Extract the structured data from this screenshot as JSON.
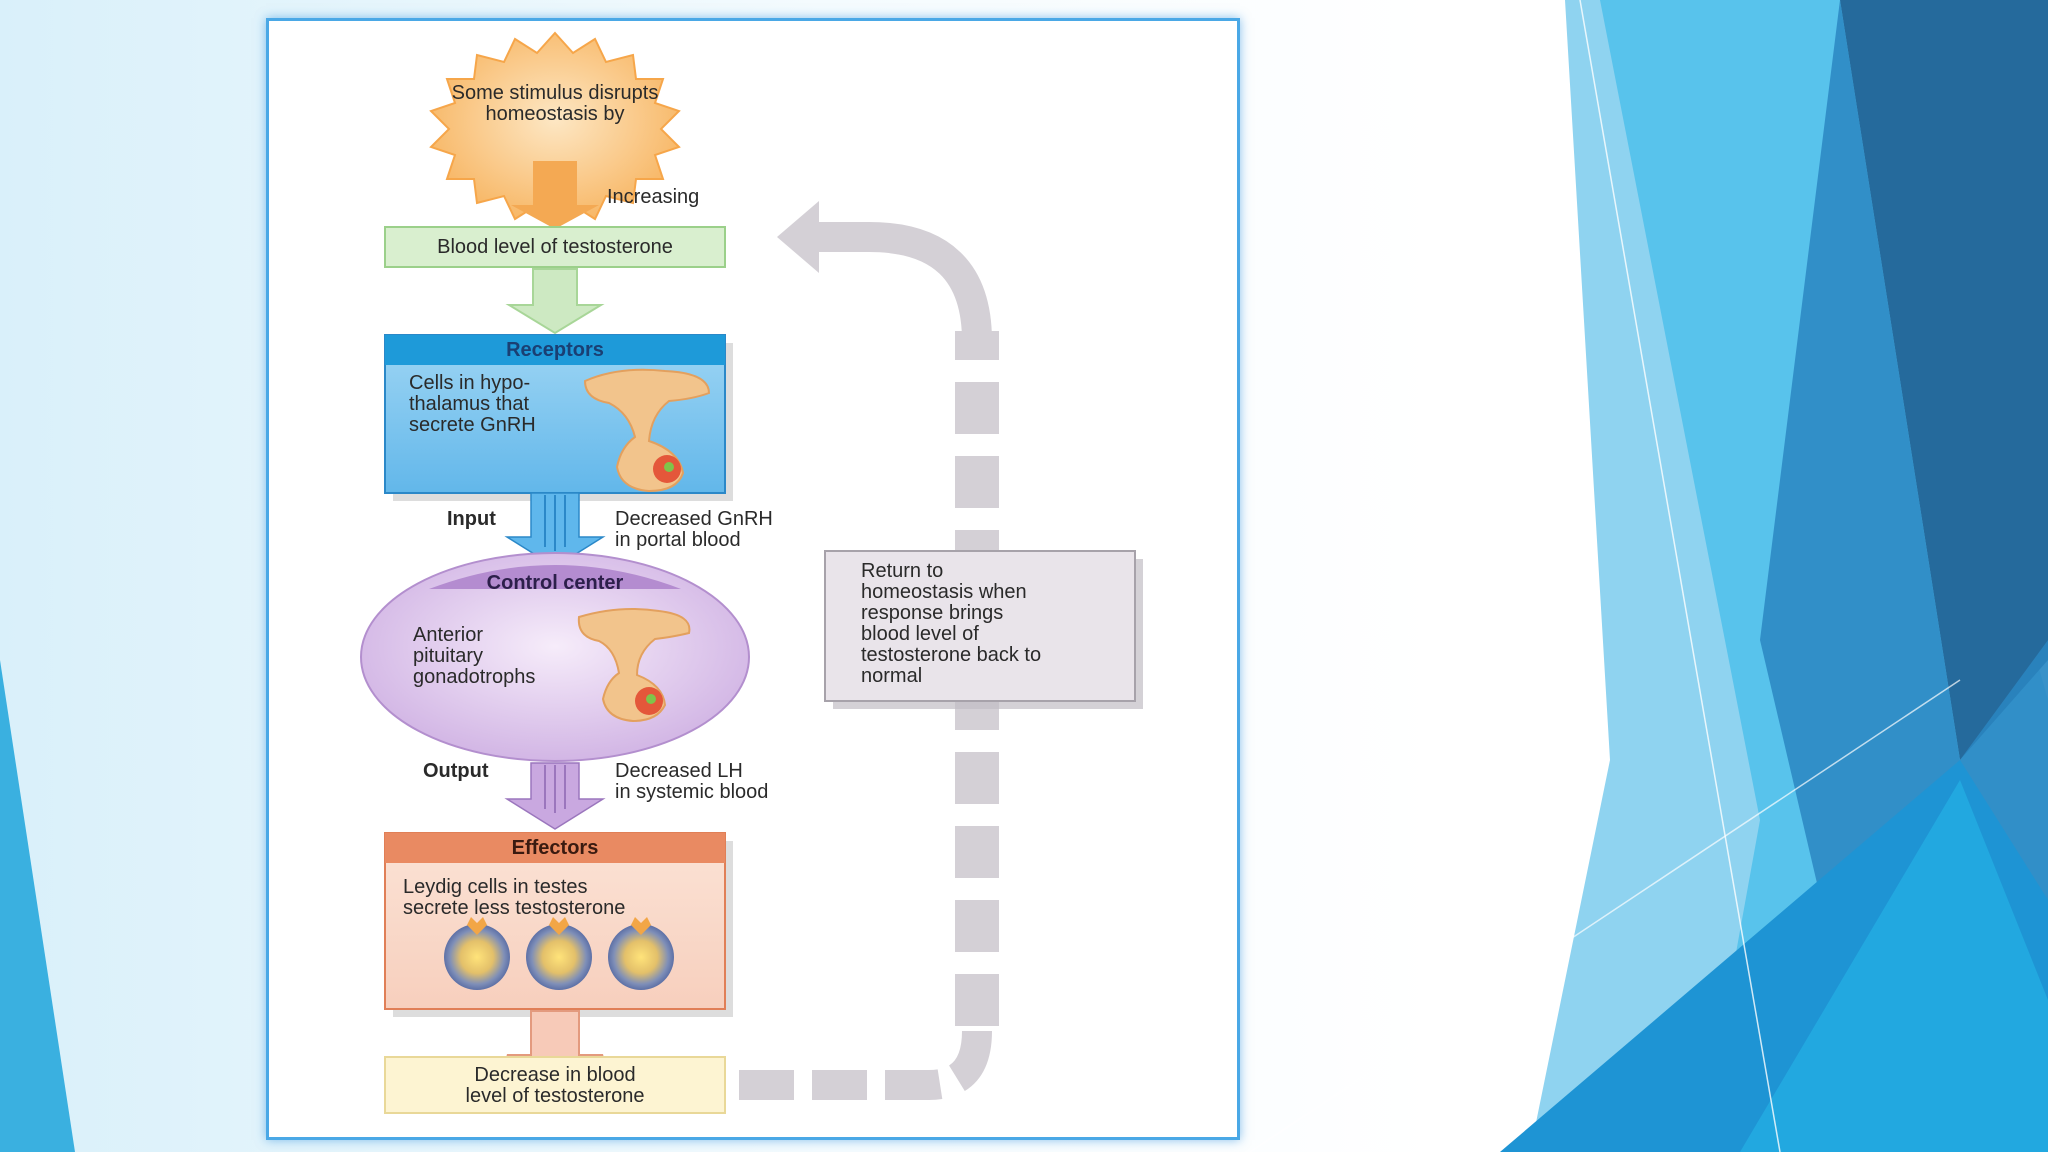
{
  "slide": {
    "background_colors": {
      "light": "#e6f6fc",
      "cyan": "#29b6e8",
      "blue": "#1e8fce",
      "dark_blue": "#256a9c"
    }
  },
  "diagram": {
    "stimulus": "Some stimulus disrupts\nhomeostasis by",
    "increasing": "Increasing",
    "controlled_variable": "Blood level of testosterone",
    "receptors": {
      "title": "Receptors",
      "text": "Cells in hypo-\nthalamus that\nsecrete GnRH",
      "color": "#2b9ad6"
    },
    "input": {
      "label": "Input",
      "text": "Decreased GnRH\nin portal blood"
    },
    "control_center": {
      "title": "Control center",
      "text": "Anterior\npituitary\ngonadotrophs",
      "color": "#c9a8dc"
    },
    "output": {
      "label": "Output",
      "text": "Decreased LH\nin systemic blood"
    },
    "effectors": {
      "title": "Effectors",
      "text": "Leydig cells in testes\nsecrete less testosterone",
      "color": "#e98a62"
    },
    "result": "Decrease in blood\nlevel of testosterone",
    "return_note": "Return to\nhomeostasis when\nresponse brings\nblood level of\ntestosterone back to\nnormal"
  }
}
